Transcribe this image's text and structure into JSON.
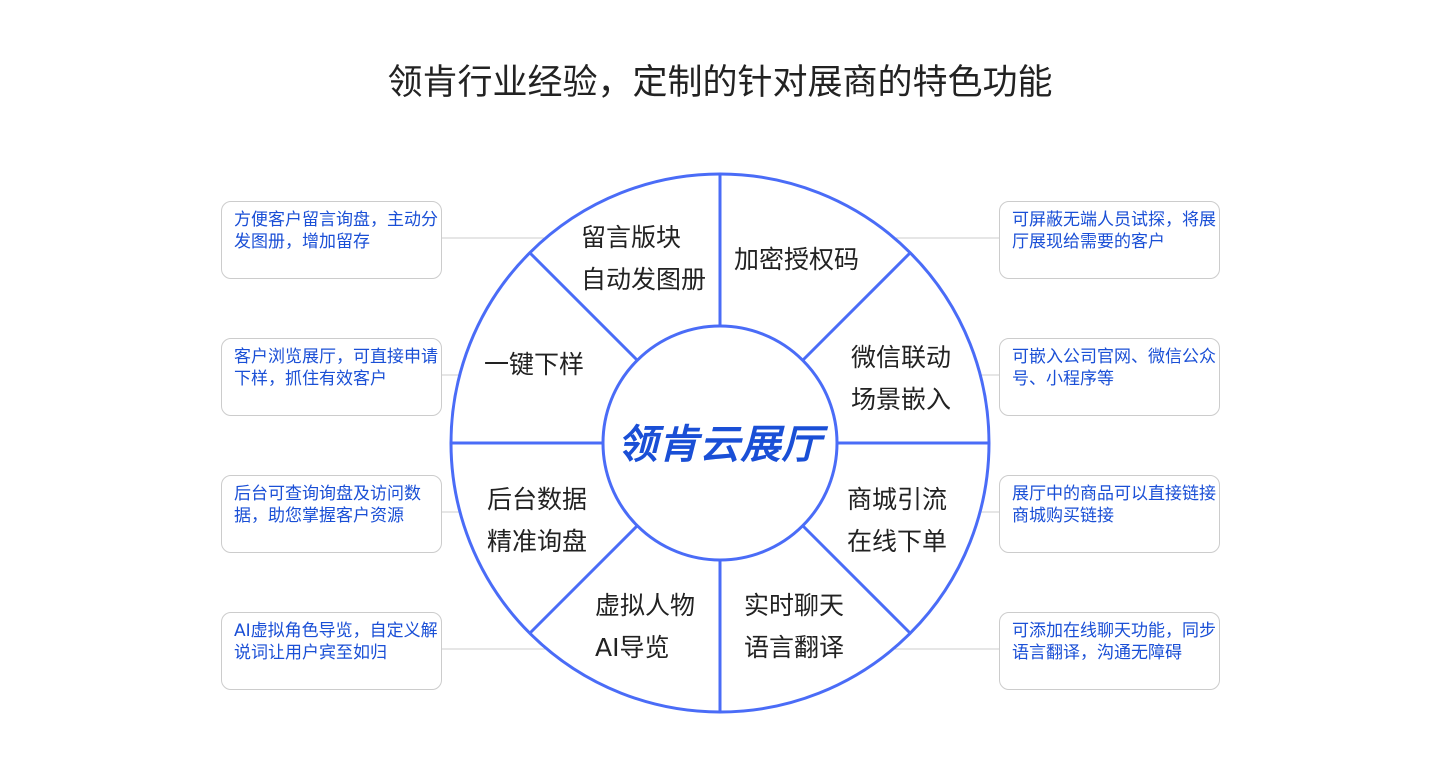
{
  "title": "领肯行业经验，定制的针对展商的特色功能",
  "center_label": "领肯云展厅",
  "segments": [
    {
      "line1": "留言版块",
      "line2": "自动发图册"
    },
    {
      "line1": "加密授权码",
      "line2": ""
    },
    {
      "line1": "微信联动",
      "line2": "场景嵌入"
    },
    {
      "line1": "商城引流",
      "line2": "在线下单"
    },
    {
      "line1": "实时聊天",
      "line2": "语言翻译"
    },
    {
      "line1": "虚拟人物",
      "line2": "AI导览"
    },
    {
      "line1": "后台数据",
      "line2": "精准询盘"
    },
    {
      "line1": "一键下样",
      "line2": ""
    }
  ],
  "left_boxes": [
    "方便客户留言询盘，主动分发图册，增加留存",
    "客户浏览展厅，可直接申请下样，抓住有效客户",
    "后台可查询询盘及访问数据，助您掌握客户资源",
    "AI虚拟角色导览，自定义解说词让用户宾至如归"
  ],
  "right_boxes": [
    "可屏蔽无端人员试探，将展厅展现给需要的客户",
    "可嵌入公司官网、微信公众号、小程序等",
    "展厅中的商品可以直接链接商城购买链接",
    "可添加在线聊天功能，同步语言翻译，沟通无障碍"
  ],
  "colors": {
    "accent": "#4a6cf7",
    "text_blue": "#1a4fd6"
  }
}
